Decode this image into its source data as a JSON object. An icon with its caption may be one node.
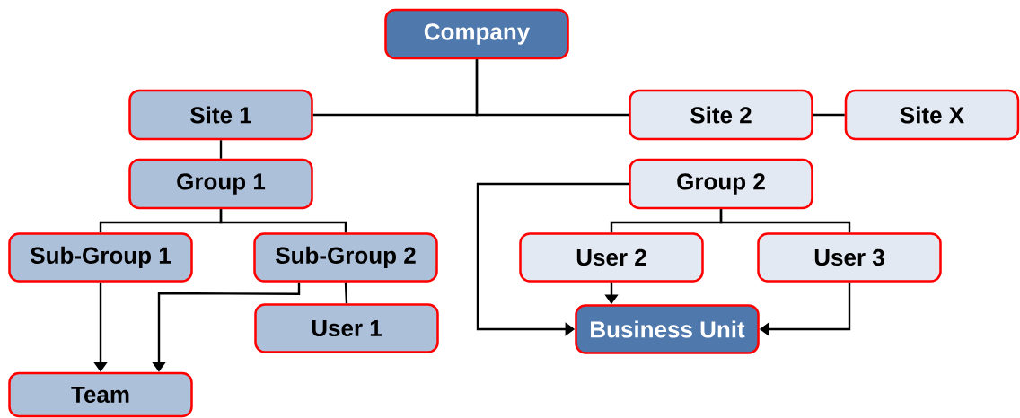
{
  "diagram": {
    "nodes": [
      {
        "text": [
          "Company"
        ]
      },
      {
        "text": [
          "Site 1"
        ]
      },
      {
        "text": [
          "Site 2"
        ]
      },
      {
        "text": [
          "Site X"
        ]
      },
      {
        "text": [
          "Group 1"
        ]
      },
      {
        "text": [
          "Group 2"
        ]
      },
      {
        "text": [
          "Sub-Group 1"
        ]
      },
      {
        "text": [
          "Sub-Group 2"
        ]
      },
      {
        "text": [
          "User 2"
        ]
      },
      {
        "text": [
          "User  3"
        ]
      },
      {
        "text": [
          "User 1"
        ]
      },
      {
        "text": [
          "Business Unit"
        ]
      },
      {
        "text": [
          "Team"
        ]
      }
    ],
    "edges": [
      {
        "from": 0,
        "to": 1,
        "arrow": "none"
      },
      {
        "from": 0,
        "to": 2,
        "arrow": "none"
      },
      {
        "from": 2,
        "to": 3,
        "arrow": "none"
      },
      {
        "from": 1,
        "to": 4,
        "arrow": "none"
      },
      {
        "from": 4,
        "to": 6,
        "arrow": "none"
      },
      {
        "from": 4,
        "to": 7,
        "arrow": "none"
      },
      {
        "from": 7,
        "to": 10,
        "arrow": "none"
      },
      {
        "from": 6,
        "to": 12,
        "arrow": "to"
      },
      {
        "from": 7,
        "to": 12,
        "arrow": "to"
      },
      {
        "from": 5,
        "to": 8,
        "arrow": "none"
      },
      {
        "from": 5,
        "to": 9,
        "arrow": "none"
      },
      {
        "from": 5,
        "to": 11,
        "arrow": "to"
      },
      {
        "from": 8,
        "to": 11,
        "arrow": "to"
      },
      {
        "from": 9,
        "to": 11,
        "arrow": "to"
      }
    ]
  }
}
